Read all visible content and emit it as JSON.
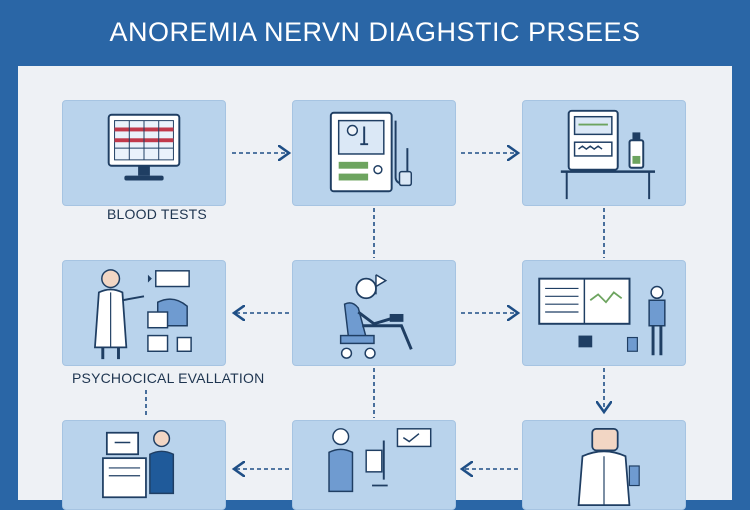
{
  "title": "ANOREMIA NERVN DIAGHSTIC PRSEES",
  "labels": {
    "blood_tests": "BLOOD TESTS",
    "psych_eval": "PSYCHOCICAL EVALLATION"
  },
  "colors": {
    "frame_blue": "#2a66a6",
    "panel": "#eef1f5",
    "card": "#b9d3ec",
    "ink": "#1f4f86"
  }
}
